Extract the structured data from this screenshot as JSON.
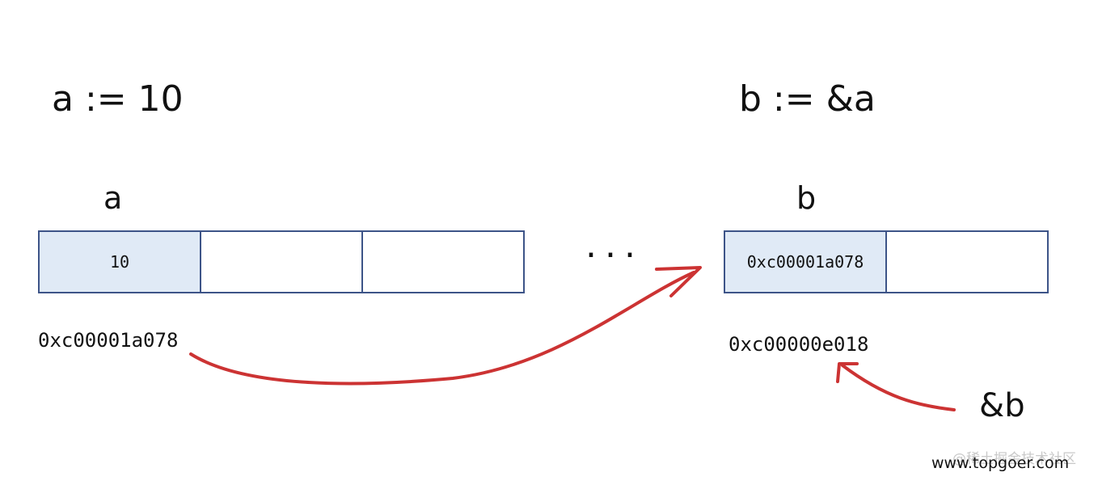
{
  "titles": {
    "a_decl": "a := 10",
    "b_decl": "b := &a"
  },
  "variables": {
    "a": {
      "name": "a",
      "cells": [
        "10",
        "",
        ""
      ],
      "address": "0xc00001a078"
    },
    "b": {
      "name": "b",
      "cells": [
        "0xc00001a078",
        ""
      ],
      "address": "0xc00000e018"
    }
  },
  "gap_marker": "...",
  "ref_label": "&b",
  "watermarks": {
    "primary": "www.topgoer.com",
    "faint": "@稀土掘金技术社区"
  },
  "colors": {
    "cell_border": "#3d5488",
    "cell_filled": "#e0eaf6",
    "arrow": "#cc3333"
  }
}
